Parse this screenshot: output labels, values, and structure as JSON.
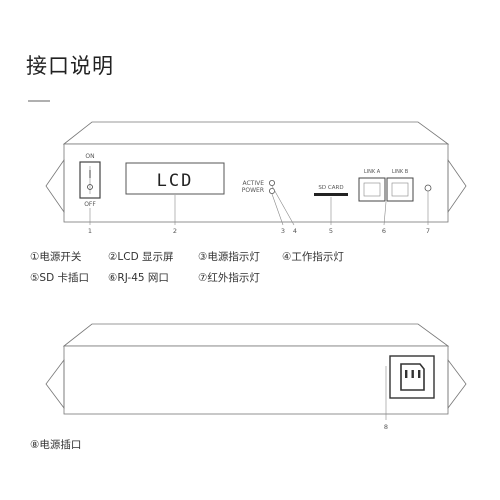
{
  "title": "接口说明",
  "front_panel": {
    "switch_on": "ON",
    "switch_off": "OFF",
    "lcd_text": "LCD",
    "indicator_active": "ACTIVE",
    "indicator_power": "POWER",
    "sd_card_label": "SD CARD",
    "port_a_label": "LINK A",
    "port_b_label": "LINK B",
    "callouts": [
      "1",
      "2",
      "3",
      "4",
      "5",
      "6",
      "7"
    ]
  },
  "legend_row1": [
    "①电源开关",
    "②LCD 显示屏",
    "③电源指示灯",
    "④工作指示灯"
  ],
  "legend_row2": [
    "⑤SD 卡插口",
    "⑥RJ-45 网口",
    "⑦红外指示灯"
  ],
  "back_panel": {
    "callout": "8"
  },
  "legend_row3": [
    "⑧电源插口"
  ]
}
